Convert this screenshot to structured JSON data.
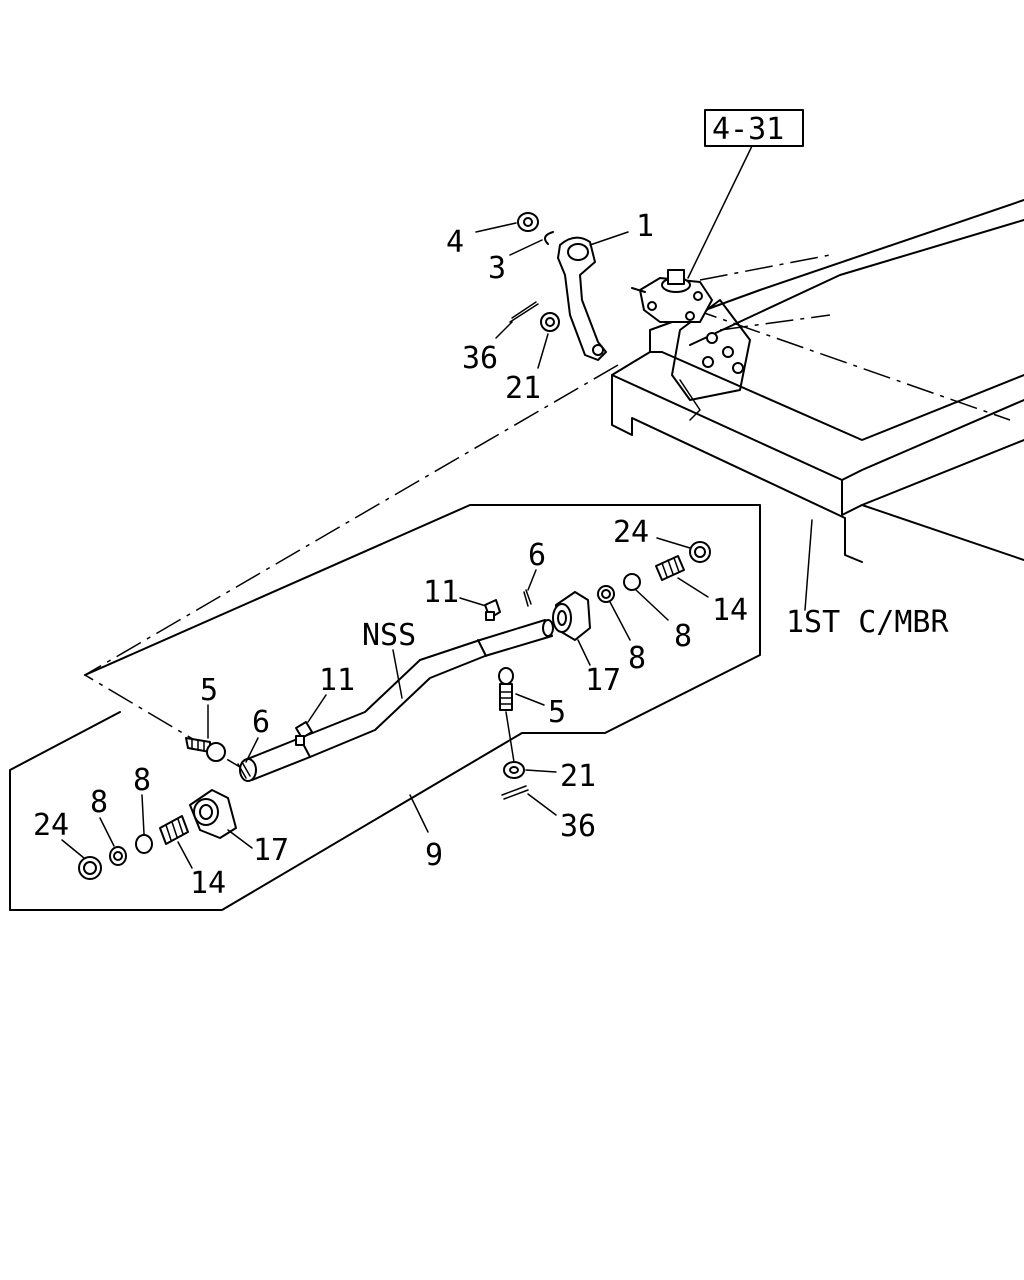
{
  "diagram": {
    "reference_box": "4-31",
    "frame_label": "1ST C/MBR",
    "assembly_label": "NSS",
    "assembly_number": "9",
    "callouts": {
      "upper_4": "4",
      "upper_3": "3",
      "upper_1": "1",
      "upper_36": "36",
      "upper_21": "21",
      "right_24": "24",
      "right_6": "6",
      "right_11": "11",
      "right_14": "14",
      "right_8a": "8",
      "right_8b": "8",
      "right_17": "17",
      "mid_5": "5",
      "mid_21": "21",
      "mid_36": "36",
      "left_5": "5",
      "left_6": "6",
      "left_11": "11",
      "left_8a": "8",
      "left_8b": "8",
      "left_24": "24",
      "left_17": "17",
      "left_14": "14"
    }
  }
}
